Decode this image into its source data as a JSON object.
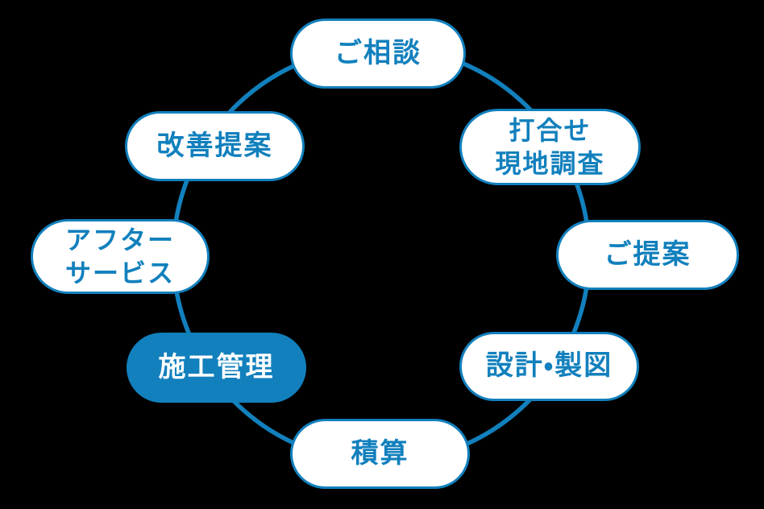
{
  "diagram": {
    "type": "cycle",
    "colors": {
      "accent": "#1280bd",
      "pill_background": "#ffffff",
      "highlighted_text": "#ffffff",
      "background": "#000000"
    },
    "steps": [
      {
        "label": "ご相談",
        "highlighted": false
      },
      {
        "label": "打合せ\n現地調査",
        "highlighted": false
      },
      {
        "label": "ご提案",
        "highlighted": false
      },
      {
        "label": "設計・製図",
        "highlighted": false
      },
      {
        "label": "積算",
        "highlighted": false
      },
      {
        "label": "施工管理",
        "highlighted": true
      },
      {
        "label": "アフター\nサービス",
        "highlighted": false
      },
      {
        "label": "改善提案",
        "highlighted": false
      }
    ]
  }
}
